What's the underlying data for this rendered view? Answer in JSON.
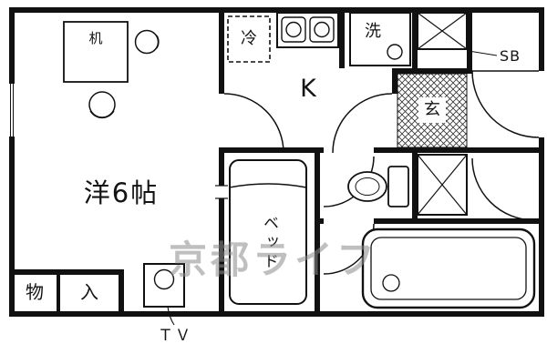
{
  "floorplan": {
    "watermark": "京都ライフ",
    "rooms": {
      "western_room": "洋6帖",
      "kitchen": "K",
      "entrance": "玄"
    },
    "fixtures": {
      "desk": "机",
      "fridge": "冷",
      "washer": "洗",
      "shoebox": "SB",
      "bed": "ベッド",
      "storage": "物",
      "closet_entry": "入",
      "tv": "ＴＶ"
    },
    "colors": {
      "wall": "#111111",
      "watermark": "#8c8c8c",
      "background": "#ffffff"
    }
  }
}
